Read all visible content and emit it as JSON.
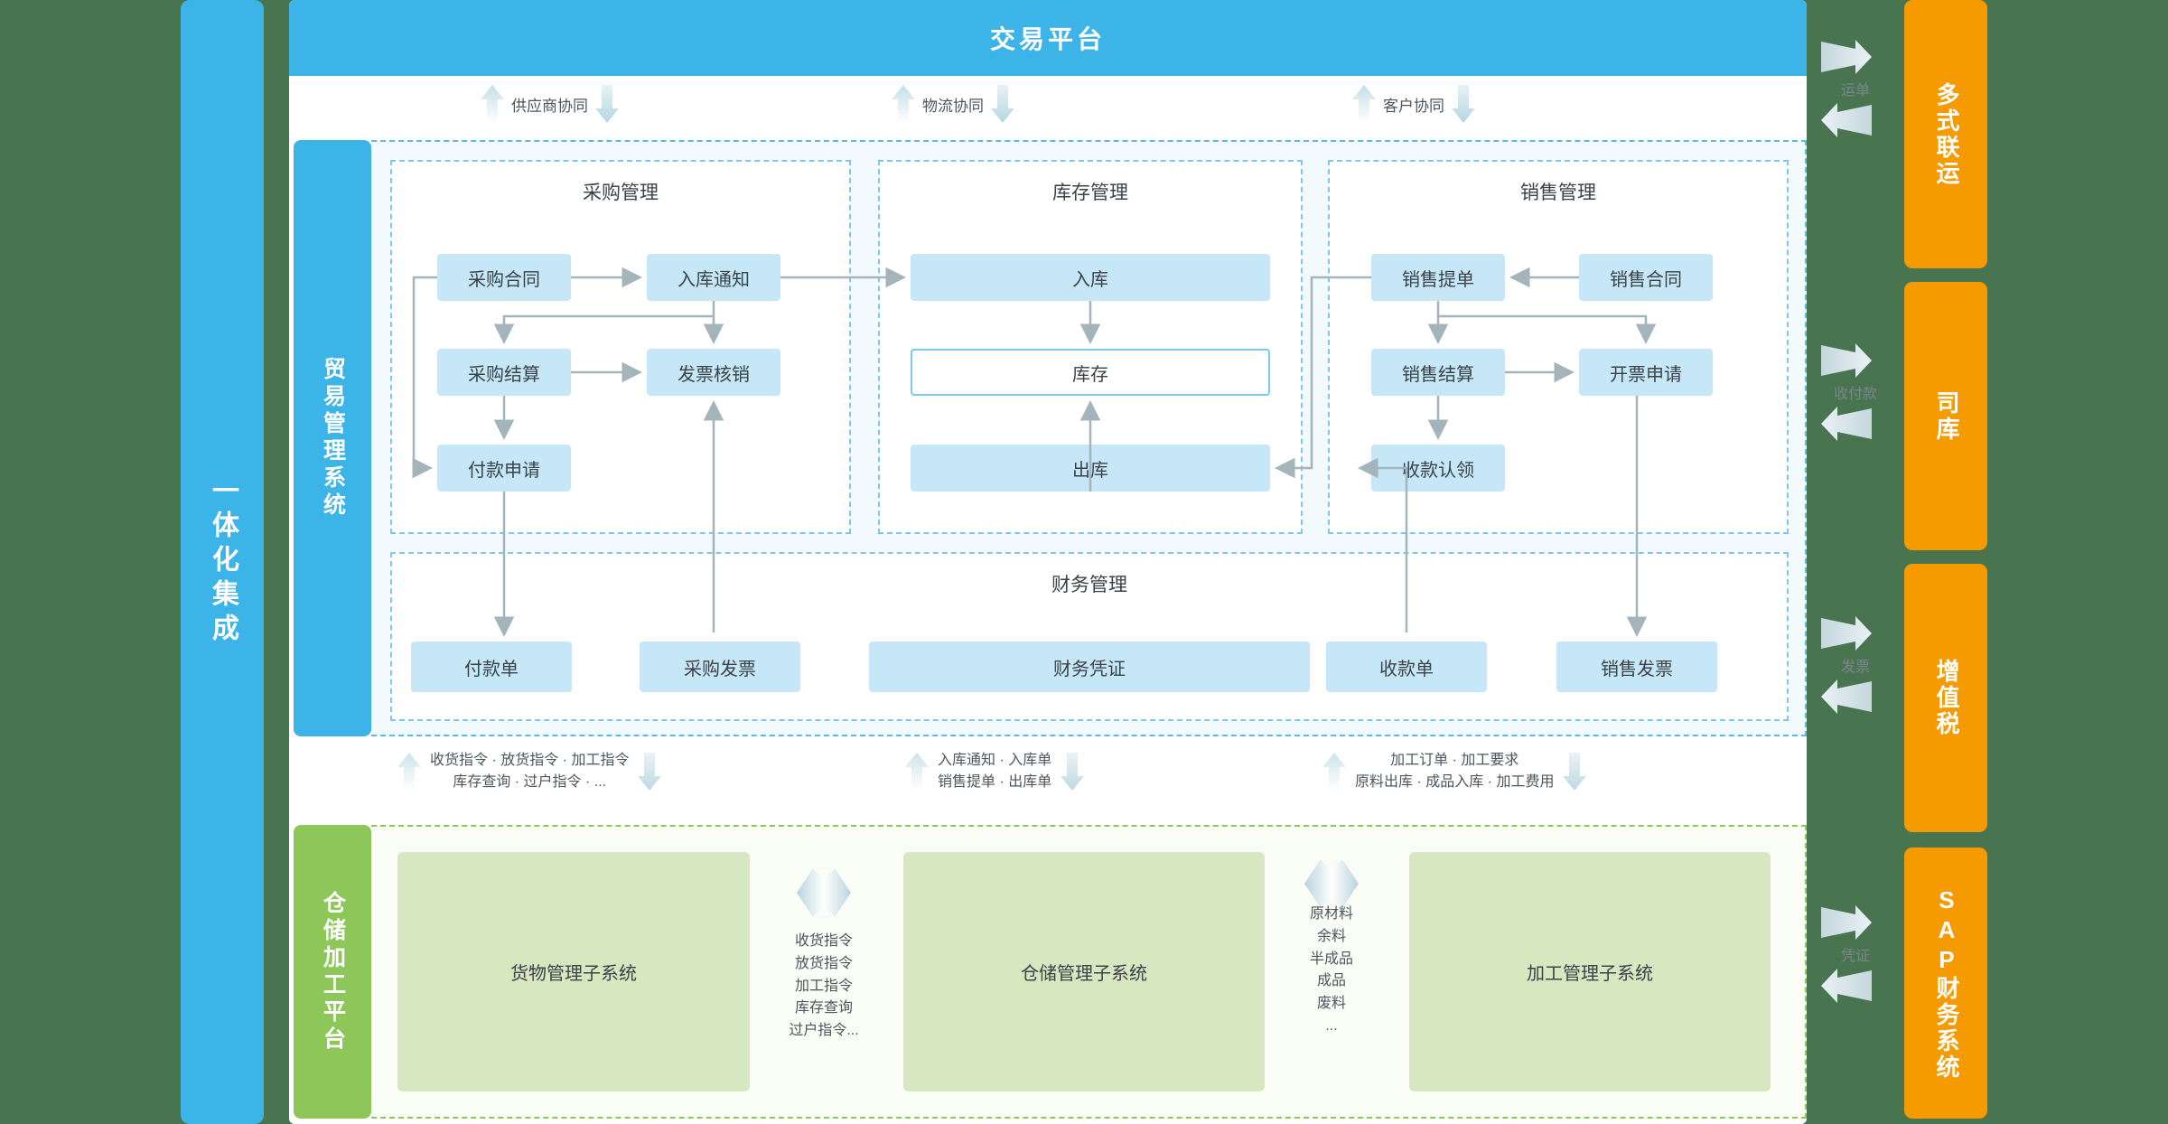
{
  "colors": {
    "background": "#497450",
    "brand_blue": "#3db4e7",
    "node_blue": "#c5e7f7",
    "brand_green": "#8dc75a",
    "node_green": "#d7e8c0",
    "orange": "#f59a00",
    "text": "#3b4248"
  },
  "integration": {
    "label": "一体化集成"
  },
  "header": {
    "title": "交易平台"
  },
  "collaboration": [
    {
      "label": "供应商协同"
    },
    {
      "label": "物流协同"
    },
    {
      "label": "客户协同"
    }
  ],
  "trade": {
    "sidebar_label": "贸易管理系统",
    "modules": [
      {
        "title": "采购管理",
        "nodes": [
          "采购合同",
          "入库通知",
          "采购结算",
          "发票核销",
          "付款申请"
        ]
      },
      {
        "title": "库存管理",
        "nodes": [
          "入库",
          "库存",
          "出库"
        ]
      },
      {
        "title": "销售管理",
        "nodes": [
          "销售提单",
          "销售合同",
          "销售结算",
          "开票申请",
          "收款认领"
        ]
      },
      {
        "title": "财务管理",
        "nodes": [
          "付款单",
          "采购发票",
          "财务凭证",
          "收款单",
          "销售发票"
        ]
      }
    ]
  },
  "mid_band": [
    {
      "line1": "收货指令 · 放货指令 · 加工指令",
      "line2": "库存查询 · 过户指令 · ..."
    },
    {
      "line1": "入库通知 · 入库单",
      "line2": "销售提单 · 出库单"
    },
    {
      "line1": "加工订单 · 加工要求",
      "line2": "原料出库 · 成品入库 · 加工费用"
    }
  ],
  "warehouse": {
    "sidebar_label": "仓储加工平台",
    "subsystems": [
      "货物管理子系统",
      "仓储管理子系统",
      "加工管理子系统"
    ],
    "flows": [
      {
        "items": [
          "收货指令",
          "放货指令",
          "加工指令",
          "库存查询",
          "过户指令..."
        ]
      },
      {
        "items": [
          "原材料",
          "余料",
          "半成品",
          "成品",
          "废料",
          "..."
        ]
      }
    ]
  },
  "external_systems": [
    {
      "name": "多式联运",
      "exchange": "运单"
    },
    {
      "name": "司库",
      "exchange": "收付款"
    },
    {
      "name": "增值税",
      "exchange": "发票"
    },
    {
      "name": "SAP财务系统",
      "exchange": "凭证"
    }
  ]
}
